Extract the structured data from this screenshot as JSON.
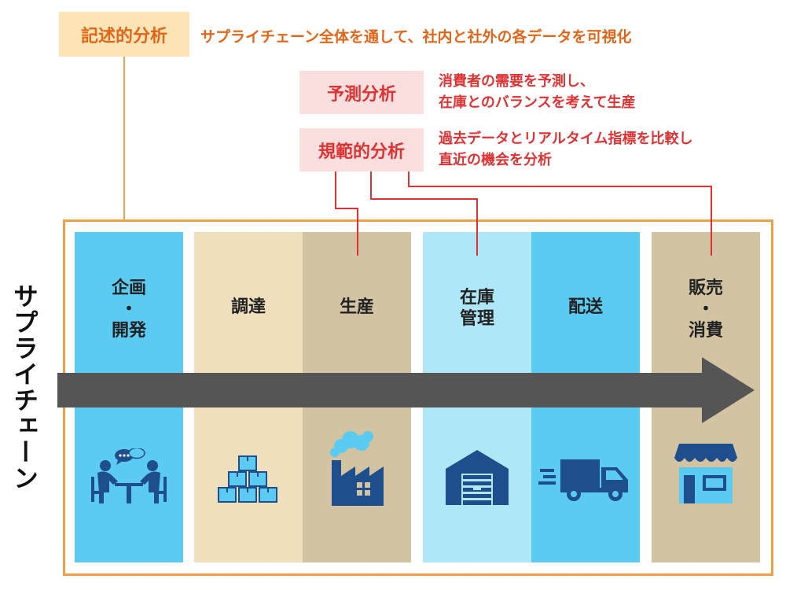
{
  "analysis": {
    "descriptive": {
      "label": "記述的分析",
      "text": "サプライチェーン全体を通して、社内と社外の各データを可視化"
    },
    "predictive": {
      "label": "予測分析",
      "lines": [
        "消費者の需要を予測し、",
        "在庫とのバランスを考えて生産"
      ]
    },
    "prescriptive": {
      "label": "規範的分析",
      "lines": [
        "過去データとリアルタイム指標を比較し",
        "直近の機会を分析"
      ]
    }
  },
  "supply_chain_label": "サプライチェーン",
  "stages": [
    {
      "lines": [
        "企画",
        "・",
        "開発"
      ],
      "icon": "meeting-icon",
      "color": "#5ccbf2"
    },
    {
      "lines": [
        "調達"
      ],
      "icon": "boxes-icon",
      "color": "#efdfbd"
    },
    {
      "lines": [
        "生産"
      ],
      "icon": "factory-icon",
      "color": "#d2c3a2"
    },
    {
      "lines": [
        "在庫",
        "管理"
      ],
      "icon": "warehouse-icon",
      "color": "#aee7f8"
    },
    {
      "lines": [
        "配送"
      ],
      "icon": "truck-icon",
      "color": "#5ccbf2"
    },
    {
      "lines": [
        "販売",
        "・",
        "消費"
      ],
      "icon": "store-icon",
      "color": "#d2c3a2"
    }
  ],
  "colors": {
    "descriptive": "#e2661a",
    "analysis": "#df3232",
    "frame": "#f0a04a",
    "arrow": "#555555",
    "icon_blue": "#1f4e8c",
    "icon_light": "#5ccbf2"
  }
}
